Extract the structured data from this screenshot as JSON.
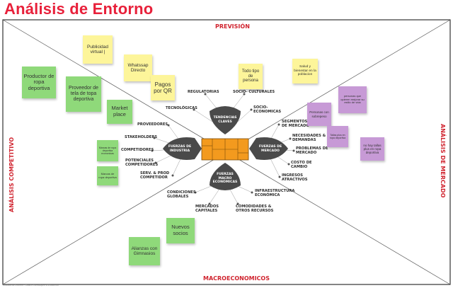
{
  "title": "Análisis de Entorno",
  "edges": {
    "top": "PREVISIÓN",
    "bottom": "MACROECONOMICOS",
    "left": "ANÁLISIS COMPETITIVO",
    "right": "ANÁLISIS DE MERCADO"
  },
  "center": {
    "top_shape": "TENDENCIAS CLAVES",
    "left_shape": "FUERZAS DE INDUSTRIA",
    "right_shape": "FUERZAS DE MERCADO",
    "bottom_shape": "FUERZAS MACRO ECONÓMICAS"
  },
  "labels": {
    "regulatorias": "REGULATORIAS",
    "socio_culturales": "SOCIO- CULTURALES",
    "tecnologicas": "TECNOLÓGICAS",
    "socio_economicas": "SOCIO-\nECONOMICAS",
    "proveedores": "PROVEEDORES",
    "stakeholders": "STAKEHOLDERS",
    "competidores": "COMPETIDORES",
    "potenciales": "POTENCIALES\nCOMPETIDORES",
    "serv_prod": "SERV. & PROD\nCOMPETIDOR",
    "segmentos": "SEGMENTOS\nDE MERCADO",
    "necesidades": "NECESIDADES &\nDEMANDAS",
    "problemas": "PROBLEMAS DE\nMERCADO",
    "costo": "COSTO DE\nCAMBIO",
    "ingresos": "INGRESOS\nATRACTIVOS",
    "condiciones": "CONDICIONES\nGLOBALES",
    "mercados": "MERCADOS\nCAPITALES",
    "infraestructura": "INFRAESTRUCTURA\nECONÓMICA",
    "comodidades": "COMODIDADES &\nOTROS RECURSOS"
  },
  "notes": {
    "publicidad": "Publicidad virtual |",
    "whatsapp": "Whatssap Directo",
    "pagos": "Pagos por QR",
    "todo_tipo": "Todo tipo de persona",
    "salud": "Salud y bienestar en la poblacion",
    "productor": "Productor de ropa deportiva",
    "proveedor_tela": "Proveedor de tela de topa deportiva",
    "market": "Market place",
    "marcas1": "Marcas de ropa deportiva econonicas",
    "marcas2": "Marcas de ropa deportiva",
    "personas_sobrepeso": "Personas con sobrepeso",
    "tallas": "Tallas plus en ropa deportiva",
    "personas_mejorar": "personas que quieren mejorar su estilo de vida",
    "no_hay_tallas": "no hay tallas plus en ropa deportiva",
    "nuevos_socios": "Nuevos socios",
    "alianzas": "Alianzas con Gimnasios"
  },
  "footer": "Análisis de Entorno - Diseño Estratégico #Vidaactivo",
  "colors": {
    "title": "#e8203a",
    "edge_text": "#d0232e",
    "shape": "#4a4a4a",
    "center_box": "#f39a1e",
    "yellow_note": "#fdf59a",
    "green_note": "#8fd97a",
    "purple_note": "#c79ad6"
  }
}
